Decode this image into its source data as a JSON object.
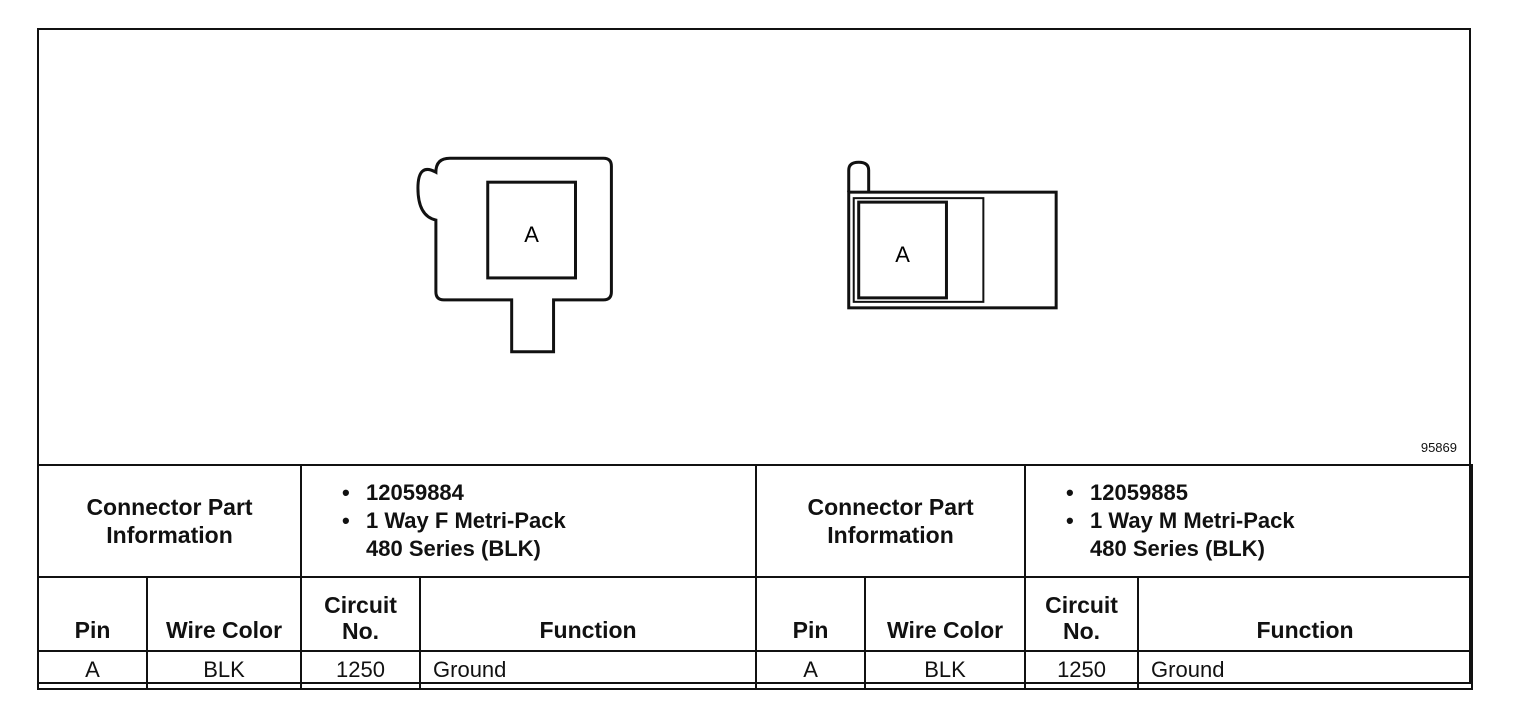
{
  "figure_id": "95869",
  "connectors": [
    {
      "view": "female",
      "pin_label": "A",
      "info_label_line1": "Connector Part",
      "info_label_line2": "Information",
      "part_number": "12059884",
      "description_line1": "1 Way F Metri-Pack",
      "description_line2": "480 Series (BLK)",
      "columns": {
        "pin": "Pin",
        "wire_color": "Wire Color",
        "circuit_line1": "Circuit",
        "circuit_line2": "No.",
        "function": "Function"
      },
      "rows": [
        {
          "pin": "A",
          "wire_color": "BLK",
          "circuit": "1250",
          "function": "Ground"
        }
      ]
    },
    {
      "view": "male",
      "pin_label": "A",
      "info_label_line1": "Connector Part",
      "info_label_line2": "Information",
      "part_number": "12059885",
      "description_line1": "1 Way M Metri-Pack",
      "description_line2": "480 Series (BLK)",
      "columns": {
        "pin": "Pin",
        "wire_color": "Wire Color",
        "circuit_line1": "Circuit",
        "circuit_line2": "No.",
        "function": "Function"
      },
      "rows": [
        {
          "pin": "A",
          "wire_color": "BLK",
          "circuit": "1250",
          "function": "Ground"
        }
      ]
    }
  ]
}
